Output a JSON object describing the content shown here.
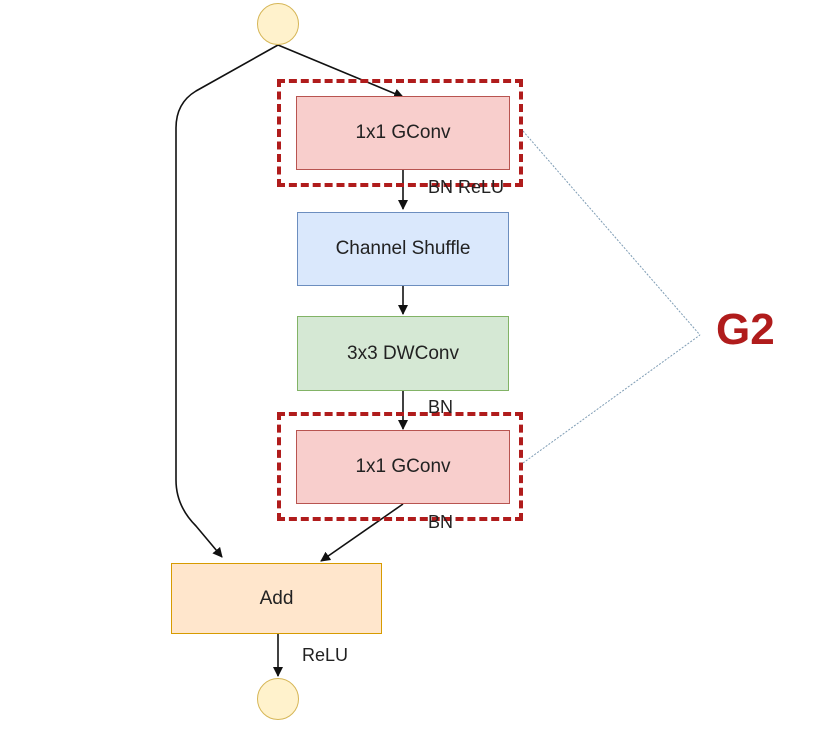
{
  "nodes": {
    "input": {
      "fill": "#fff2cc",
      "stroke": "#d6b656"
    },
    "output": {
      "fill": "#fff2cc",
      "stroke": "#d6b656"
    }
  },
  "blocks": [
    {
      "id": "gconv-1",
      "label": "1x1 GConv",
      "fill": "#f8cecc",
      "stroke": "#b85450"
    },
    {
      "id": "channel-shuffle",
      "label": "Channel Shuffle",
      "fill": "#dae8fc",
      "stroke": "#6c8ebf"
    },
    {
      "id": "dwconv",
      "label": "3x3 DWConv",
      "fill": "#d5e8d4",
      "stroke": "#82b366"
    },
    {
      "id": "gconv-2",
      "label": "1x1 GConv",
      "fill": "#f8cecc",
      "stroke": "#b85450"
    },
    {
      "id": "add",
      "label": "Add",
      "fill": "#ffe6cc",
      "stroke": "#d79b00"
    }
  ],
  "edge_labels": {
    "after_gconv1": "BN ReLU",
    "after_dwconv": "BN",
    "after_gconv2": "BN",
    "after_add": "ReLU"
  },
  "group": {
    "label": "G2",
    "color": "#b01c1c",
    "connector_color": "#7f9db5"
  },
  "colors": {
    "edge": "#111111"
  }
}
